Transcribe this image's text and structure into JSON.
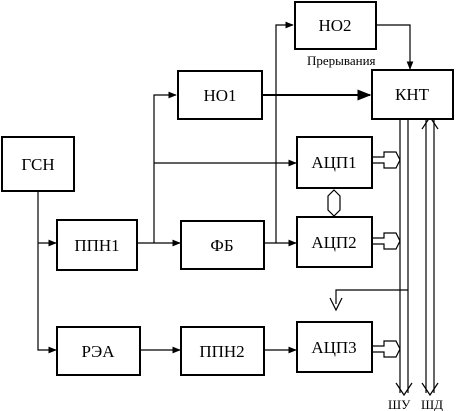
{
  "blocks": {
    "gsn": "ГСН",
    "ppn1": "ППН1",
    "rea": "РЭА",
    "no1": "НО1",
    "no2": "НО2",
    "fb": "ФБ",
    "ppn2": "ППН2",
    "adc1": "АЦП1",
    "adc2": "АЦП2",
    "adc3": "АЦП3",
    "knt": "КНТ"
  },
  "labels": {
    "interrupts": "Прерывания",
    "control_bus": "ШУ",
    "data_bus": "ШД"
  }
}
